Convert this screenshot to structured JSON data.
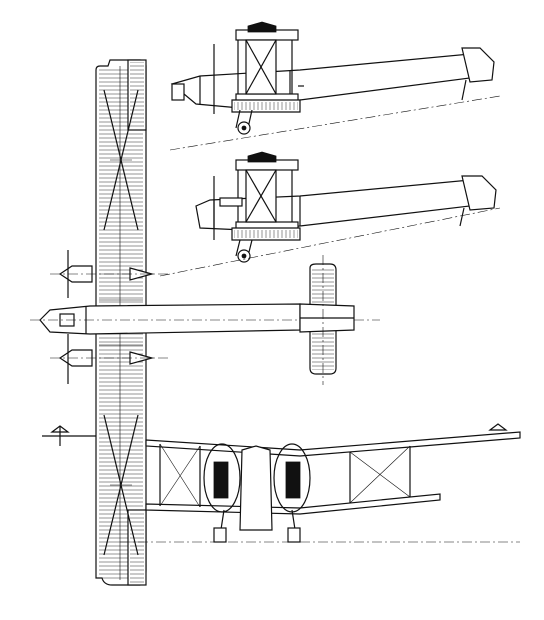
{
  "drawing": {
    "views": [
      "side-elevation-upper",
      "side-elevation-lower",
      "plan-view",
      "front-elevation"
    ],
    "ink_color": "#111111",
    "paper_color": "#ffffff"
  }
}
